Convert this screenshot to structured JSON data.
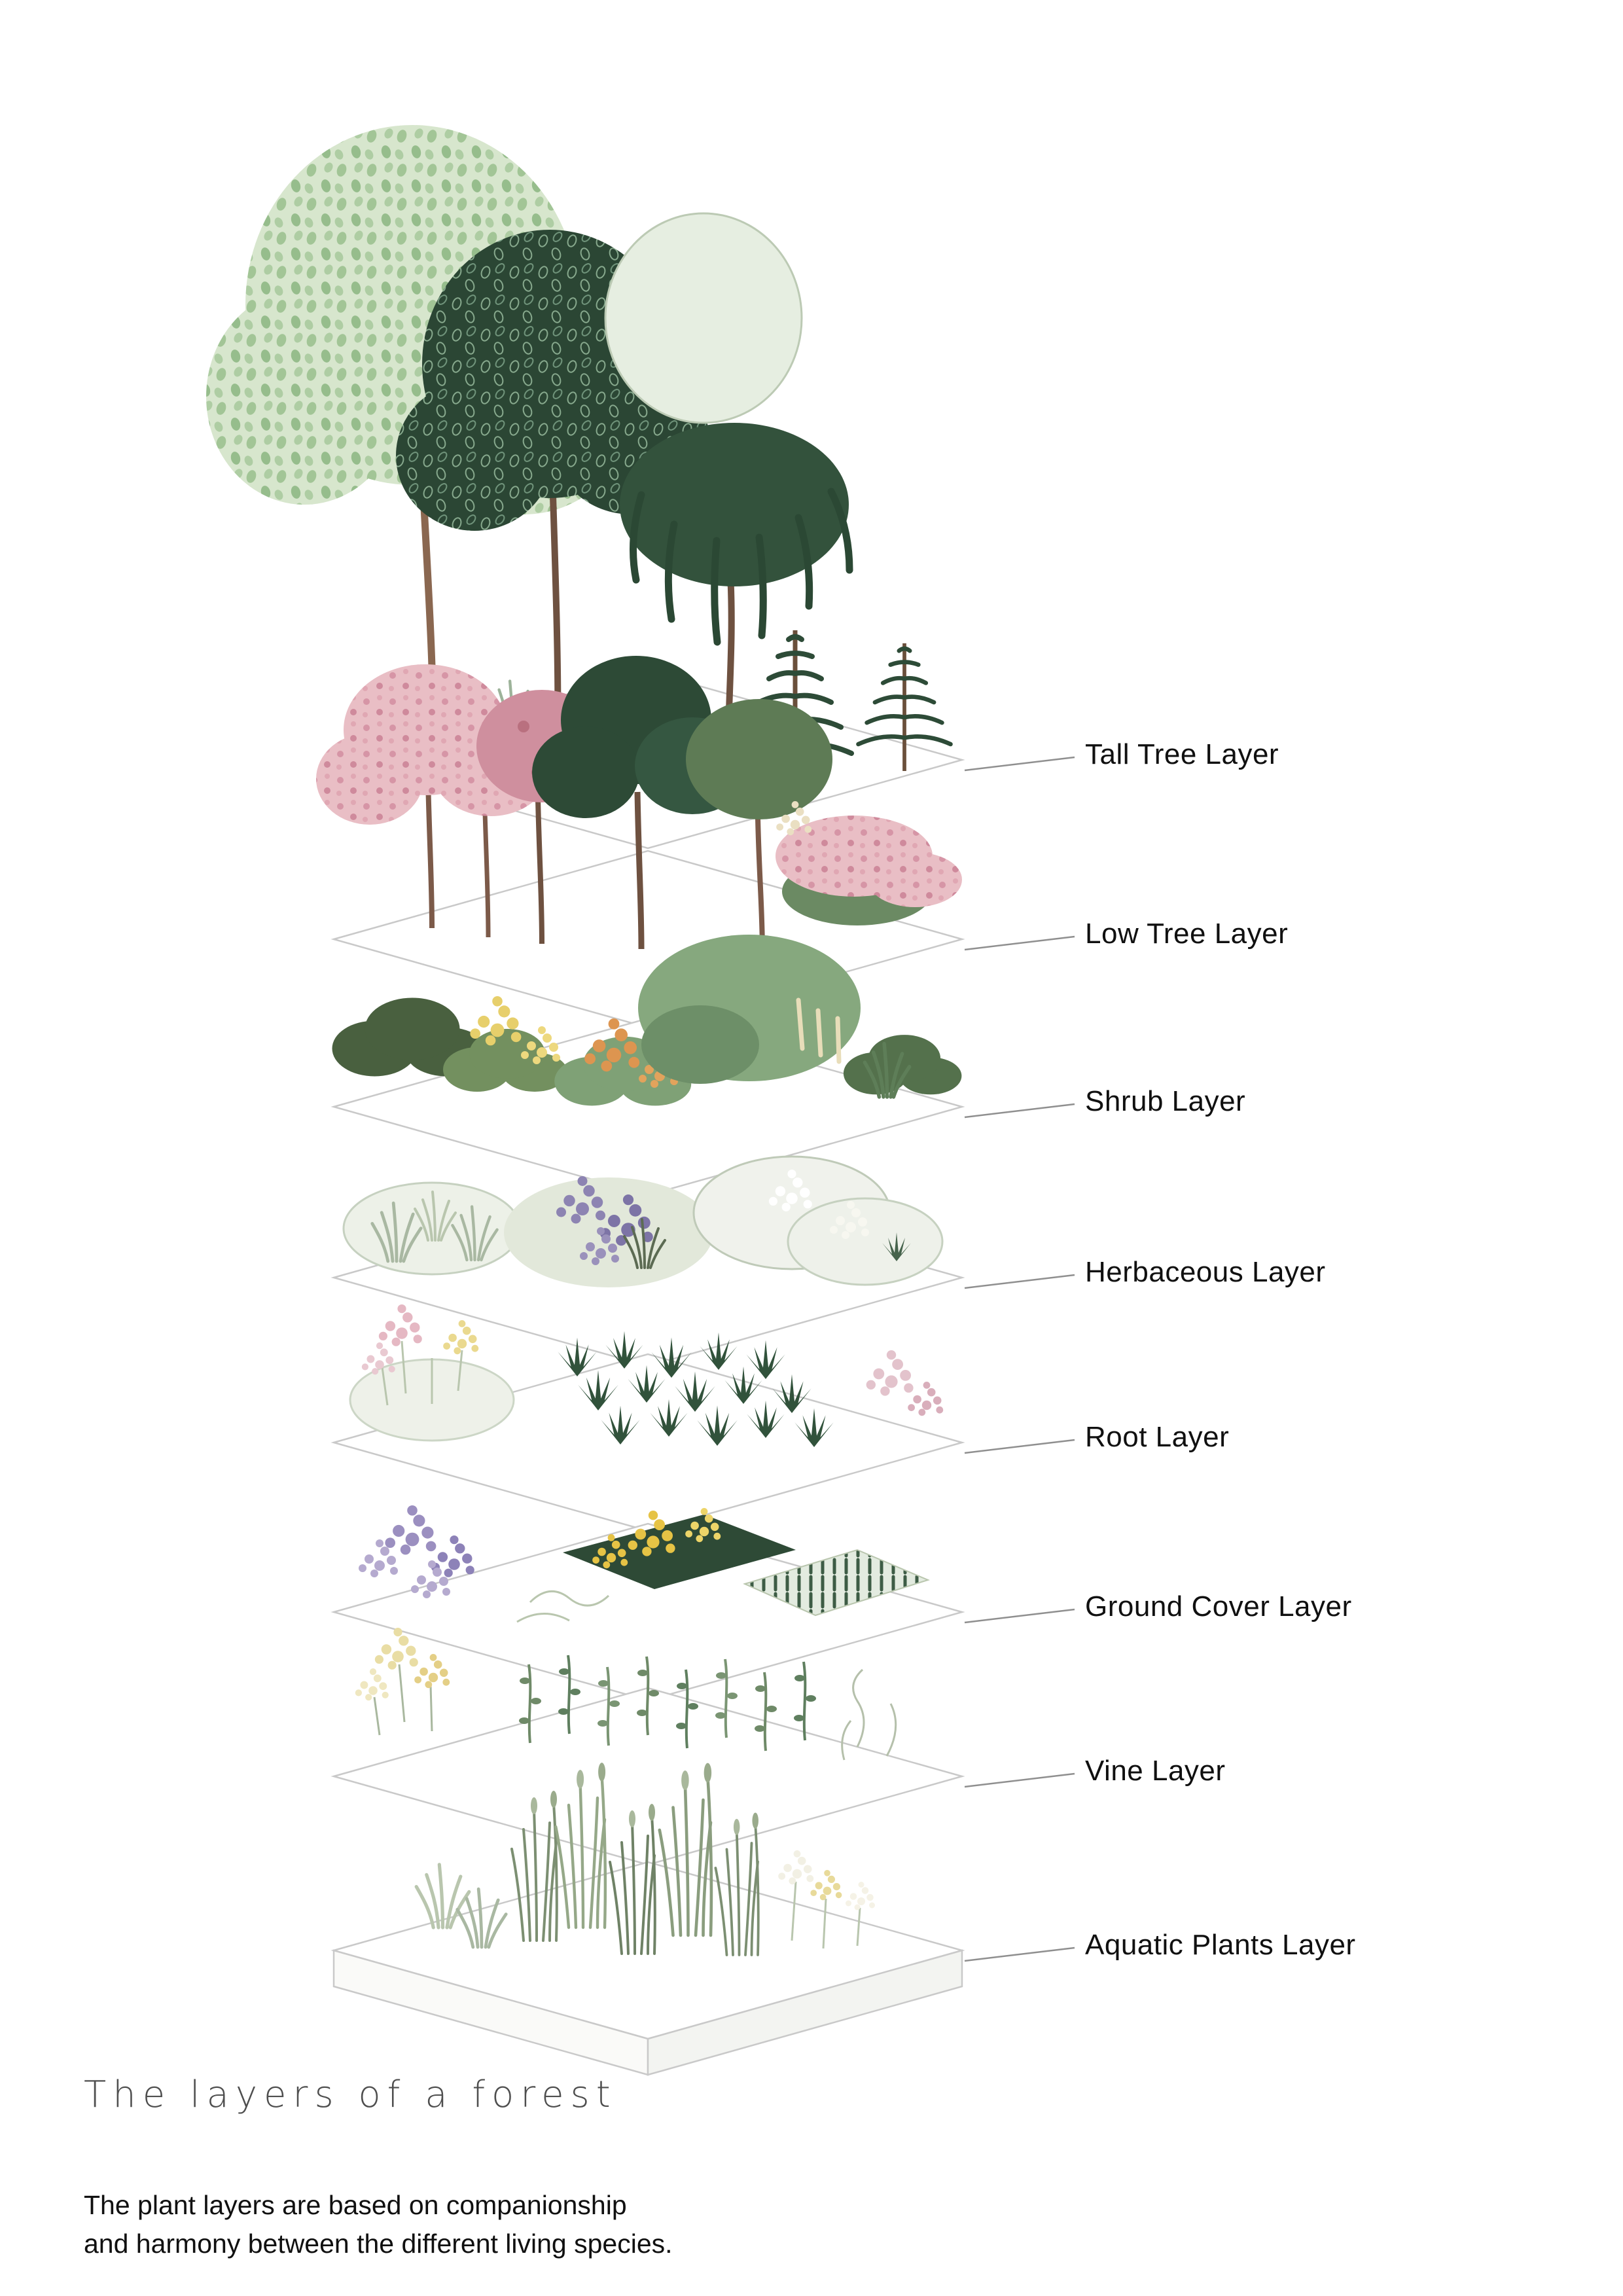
{
  "page": {
    "title": "The layers of a forest",
    "subtitle_line1": "The plant layers are based on companionship",
    "subtitle_line2": "and harmony between the different living species."
  },
  "diagram": {
    "layers": [
      {
        "label": "Tall Tree Layer"
      },
      {
        "label": "Low Tree Layer"
      },
      {
        "label": "Shrub Layer"
      },
      {
        "label": "Herbaceous Layer"
      },
      {
        "label": "Root Layer"
      },
      {
        "label": "Ground Cover Layer"
      },
      {
        "label": "Vine Layer"
      },
      {
        "label": "Aquatic Plants Layer"
      }
    ],
    "palette": {
      "foliage_dark": "#2d4a36",
      "foliage_light": "#d7e6cd",
      "blossom_pink": "#e9bec5",
      "flower_yellow": "#e7cf6b",
      "flower_purple": "#8d84b2",
      "label_color": "#101010",
      "leader_line_color": "#8f8f8f"
    }
  }
}
